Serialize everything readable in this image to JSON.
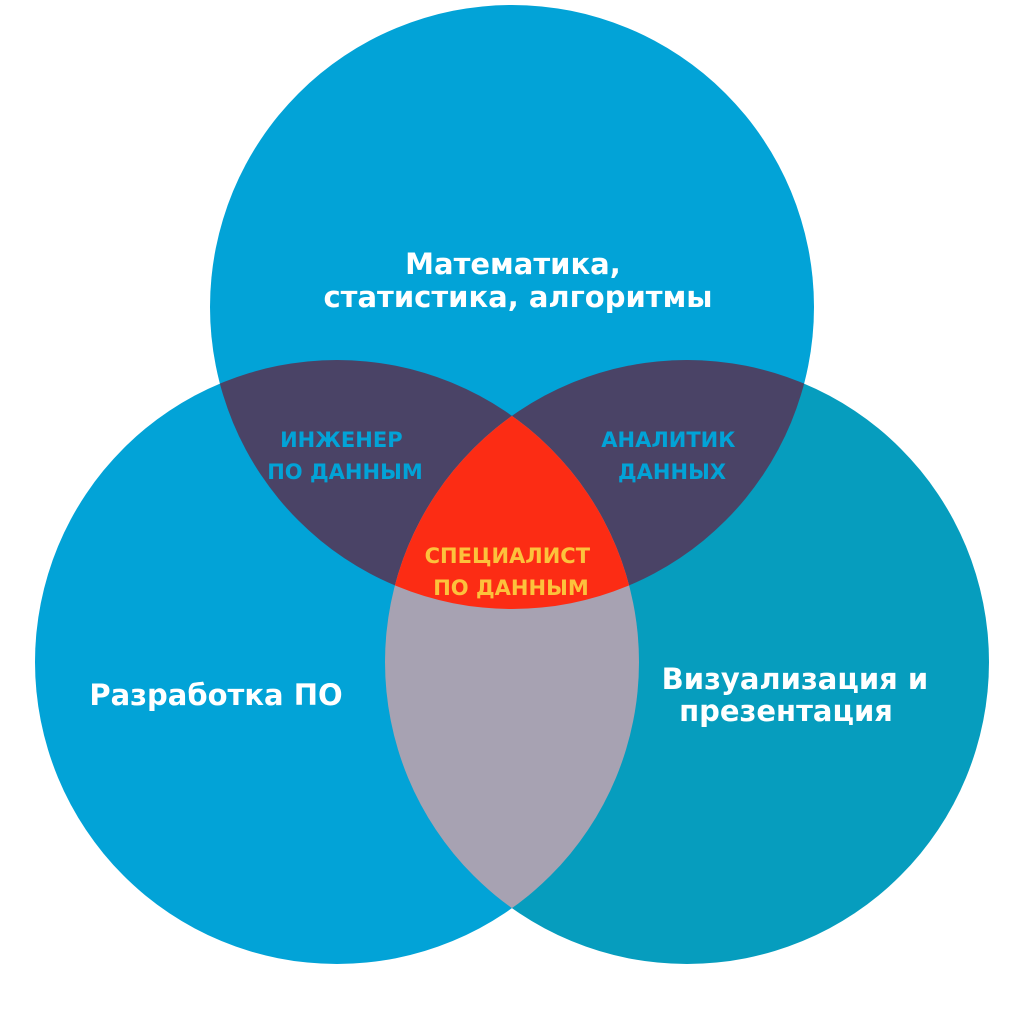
{
  "colors": {
    "background": "#ffffff",
    "circle_top": "#02a3d7",
    "circle_left": "#02a3d7",
    "circle_right": "#069dbe",
    "overlap_top_left": "#4a4366",
    "overlap_top_right": "#4a4366",
    "overlap_left_right": "#a7a2b2",
    "overlap_center": "#fc2c14",
    "set_label_text": "#ffffff",
    "intersect_label_text": "#02a3d7",
    "center_label_text": "#fcc23c"
  },
  "sets": {
    "top": {
      "lines": [
        "Математика,",
        "статистика, алгоритмы"
      ]
    },
    "left": {
      "lines": [
        "Разработка ПО"
      ]
    },
    "right": {
      "lines": [
        "Визуализация и",
        "презентация"
      ]
    }
  },
  "intersections": {
    "top_left": {
      "lines": [
        "ИНЖЕНЕР",
        "ПО ДАННЫМ"
      ]
    },
    "top_right": {
      "lines": [
        "АНАЛИТИК",
        "ДАННЫХ"
      ]
    },
    "center": {
      "lines": [
        "СПЕЦИАЛИСТ",
        "ПО ДАННЫМ"
      ]
    }
  }
}
